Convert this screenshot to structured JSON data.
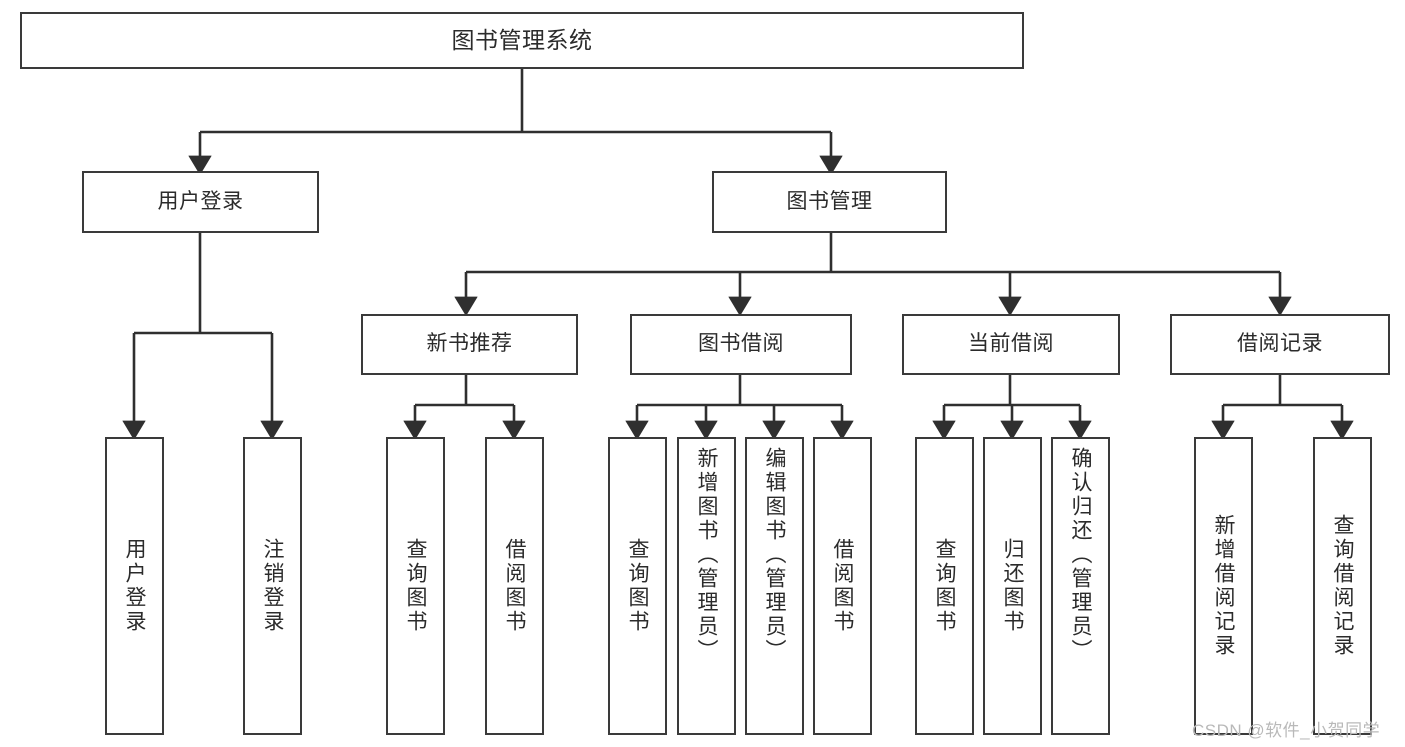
{
  "diagram": {
    "title": "图书管理系统",
    "type": "功能结构图",
    "colors": {
      "box_border": "#3a3a3a",
      "box_fill": "#ffffff",
      "connector": "#2f2f2f",
      "text": "#2b2b2b",
      "watermark": "#b9b9b9",
      "background": "#ffffff"
    },
    "watermark": "CSDN @软件_小贺同学",
    "root": {
      "label": "图书管理系统"
    },
    "level2": [
      {
        "label": "用户登录"
      },
      {
        "label": "图书管理"
      }
    ],
    "level3": [
      {
        "label": "新书推荐"
      },
      {
        "label": "图书借阅"
      },
      {
        "label": "当前借阅"
      },
      {
        "label": "借阅记录"
      }
    ],
    "leaves": {
      "user_login": [
        {
          "label": "用户登录"
        },
        {
          "label": "注销登录"
        }
      ],
      "new_book_recommend": [
        {
          "label": "查询图书"
        },
        {
          "label": "借阅图书"
        }
      ],
      "book_borrow": [
        {
          "label": "查询图书"
        },
        {
          "label": "新增图书（管理员）"
        },
        {
          "label": "编辑图书（管理员）"
        },
        {
          "label": "借阅图书"
        }
      ],
      "current_borrow": [
        {
          "label": "查询图书"
        },
        {
          "label": "归还图书"
        },
        {
          "label": "确认归还（管理员）"
        }
      ],
      "borrow_record": [
        {
          "label": "新增借阅记录"
        },
        {
          "label": "查询借阅记录"
        }
      ]
    }
  }
}
